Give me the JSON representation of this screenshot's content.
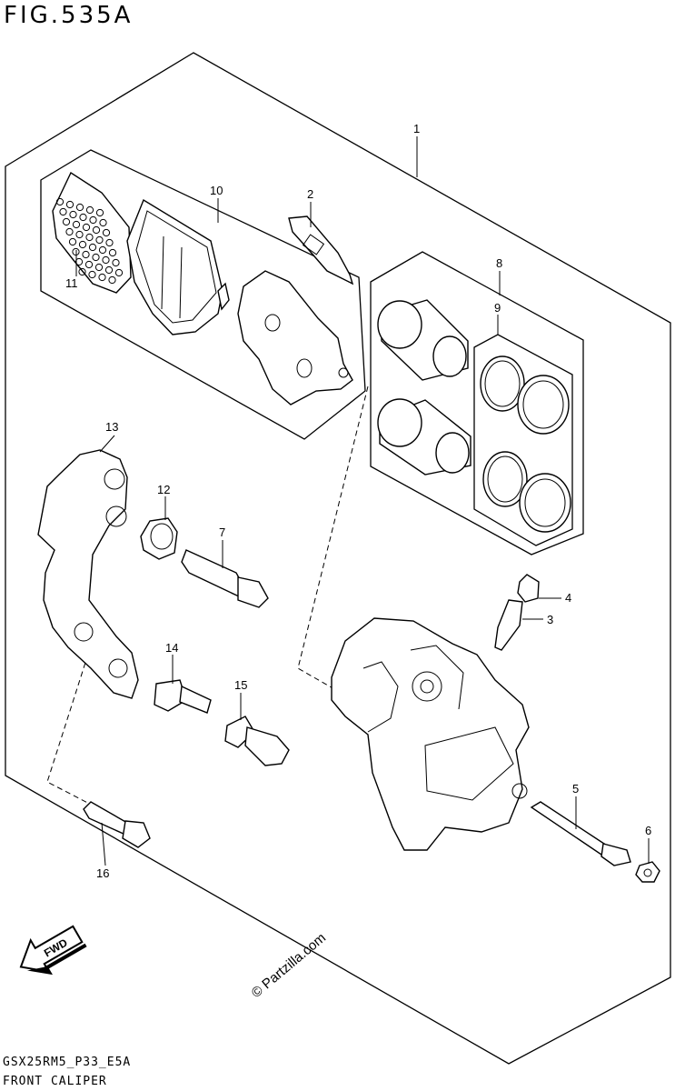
{
  "figure": {
    "title": "FIG.535A",
    "footer_code": "GSX25RM5_P33_E5A",
    "footer_name": "FRONT CALIPER"
  },
  "callouts": [
    "1",
    "2",
    "3",
    "4",
    "5",
    "6",
    "7",
    "8",
    "9",
    "10",
    "11",
    "12",
    "13",
    "14",
    "15",
    "16"
  ],
  "arrow": {
    "label": "FWD"
  },
  "watermark": "© Partzilla.com"
}
